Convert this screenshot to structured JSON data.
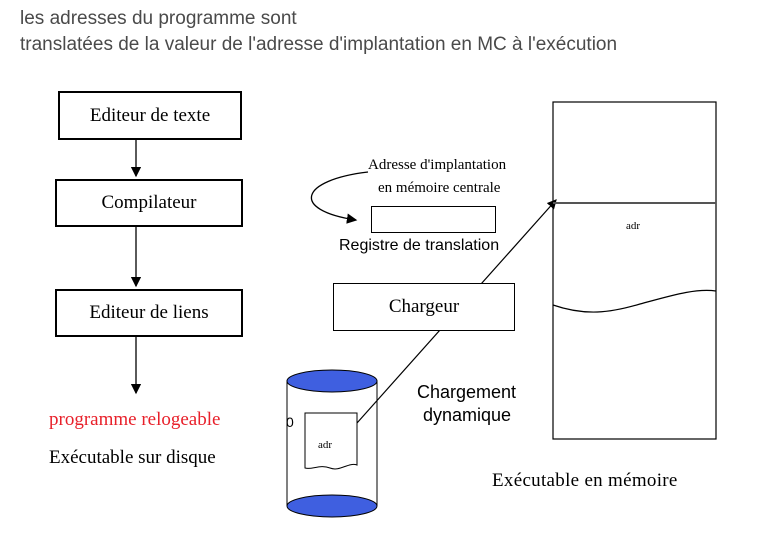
{
  "header": {
    "line1": "les adresses du programme sont",
    "line2": "translatées de la valeur de l'adresse d'implantation en MC à l'exécution"
  },
  "pipeline": {
    "editeur_texte": "Editeur de texte",
    "compilateur": "Compilateur",
    "editeur_liens": "Editeur de liens",
    "programme_relogeable": "programme relogeable",
    "executable_disque": "Exécutable sur disque"
  },
  "colors": {
    "relogeable": "#e8202a",
    "disk_fill": "#3f5fe0",
    "header_text": "#4a4a4a"
  },
  "registre": {
    "annotation_line1": "Adresse d'implantation",
    "annotation_line2": "en mémoire centrale",
    "label": "Registre de translation"
  },
  "chargeur": "Chargeur",
  "chargement_line1": "Chargement",
  "chargement_line2": "dynamique",
  "disk": {
    "zero": "0",
    "adr": "adr"
  },
  "memory": {
    "adr": "adr",
    "label": "Exécutable en mémoire"
  }
}
